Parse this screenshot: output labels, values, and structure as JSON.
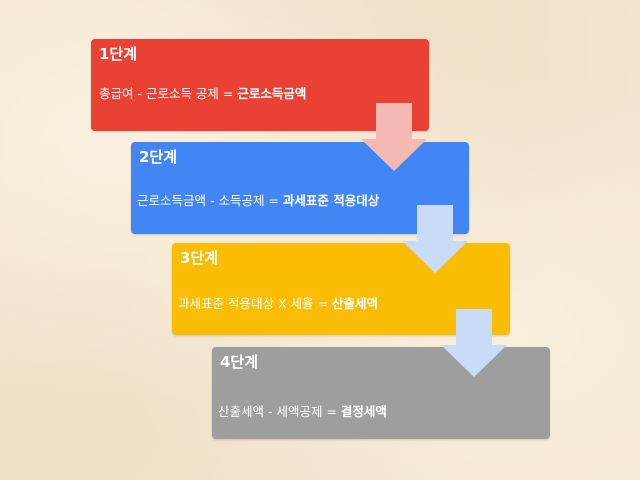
{
  "colors": {
    "step1": "#e94235",
    "step2": "#4285f4",
    "step3": "#fbbc04",
    "step4": "#9e9e9e",
    "arrow1": "#f6b8b2",
    "arrow_light_blue": "#c8dcf8",
    "background": "#f3e6cf"
  },
  "steps": [
    {
      "title": "1단계",
      "formula_prefix": "총급여 - 근로소득 공제 = ",
      "result": "근로소득금액"
    },
    {
      "title": "2단계",
      "formula_prefix": "근로소득금액 - 소득공제 = ",
      "result": "과세표준 적용대상"
    },
    {
      "title": "3단계",
      "formula_prefix": "과세표준 적용대상 X 세율 = ",
      "result": "산출세액"
    },
    {
      "title": "4단계",
      "formula_prefix": "산출세액 - 세액공제 = ",
      "result": "결정세액"
    }
  ]
}
